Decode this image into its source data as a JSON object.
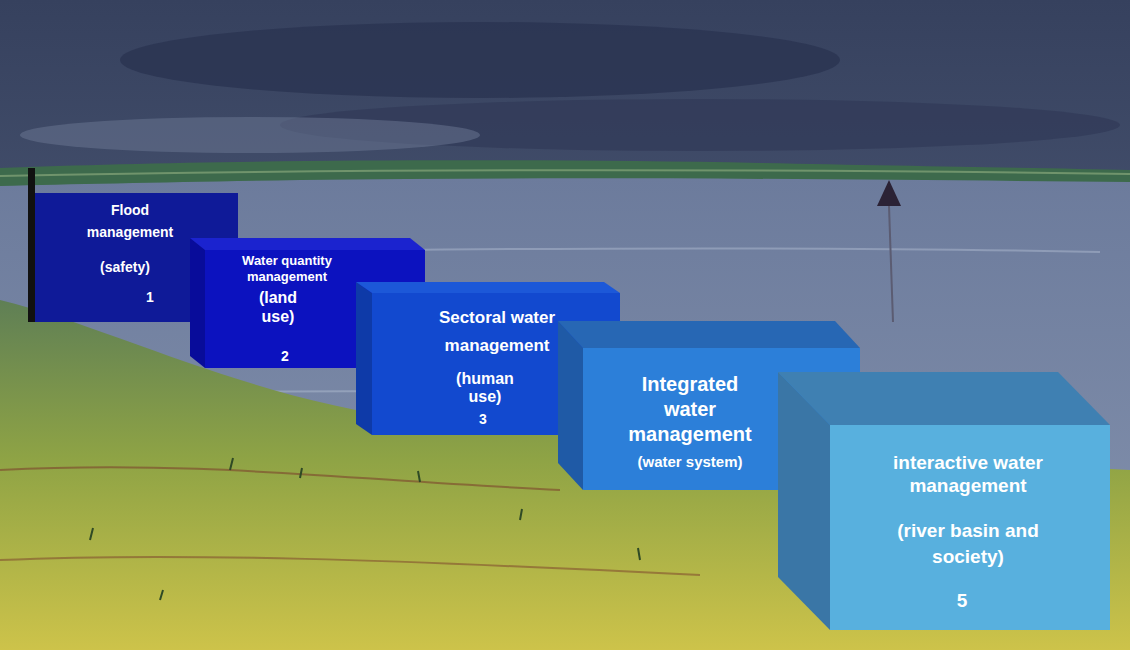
{
  "diagram": {
    "nodes": [
      {
        "text": [
          "Flood management",
          "(safety)",
          "1"
        ]
      },
      {
        "text": [
          "Water quantity management",
          "(land use)",
          "2"
        ]
      },
      {
        "text": [
          "Sectoral water management",
          "(human use)",
          "3"
        ]
      },
      {
        "text": [
          "Integrated water management",
          "(water system)"
        ]
      },
      {
        "text": [
          "interactive water management",
          "(river basin and society)",
          "5"
        ]
      }
    ]
  }
}
